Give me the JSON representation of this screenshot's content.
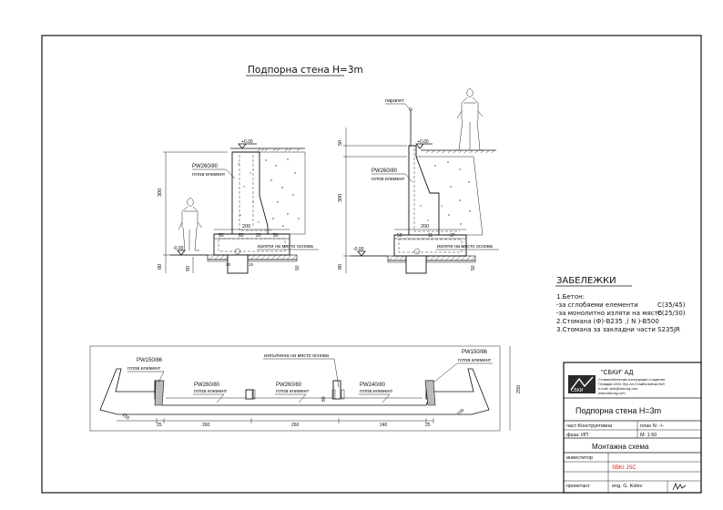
{
  "drawing": {
    "title": "Подпорна стена H=3m",
    "dims": [
      {
        "id": "s1_top_level",
        "text": "+0.00"
      },
      {
        "id": "s1_h300",
        "text": "300"
      },
      {
        "id": "s1_h80",
        "text": "80"
      },
      {
        "id": "s1_h50",
        "text": "50"
      },
      {
        "id": "s1_w200",
        "text": "200"
      },
      {
        "id": "s1_w50a",
        "text": "50"
      },
      {
        "id": "s1_w80",
        "text": "80"
      },
      {
        "id": "s1_w20",
        "text": "20"
      },
      {
        "id": "s1_w50b",
        "text": "50"
      },
      {
        "id": "s1_base_level",
        "text": "-0.00"
      },
      {
        "id": "s1_vb30",
        "text": "30"
      },
      {
        "id": "s1_vb15",
        "text": "15"
      },
      {
        "id": "s1_vb50",
        "text": "50"
      },
      {
        "id": "s2_h50",
        "text": "50"
      },
      {
        "id": "s2_h300",
        "text": "300"
      },
      {
        "id": "s2_h80",
        "text": "80"
      },
      {
        "id": "s2_top_level",
        "text": "+0.00"
      },
      {
        "id": "s2_w200",
        "text": "200"
      },
      {
        "id": "s2_w50a",
        "text": "50"
      },
      {
        "id": "s2_w11",
        "text": "11"
      },
      {
        "id": "s2_w37",
        "text": "37"
      },
      {
        "id": "s2_base_level",
        "text": "-0.00"
      },
      {
        "id": "s2_vb50",
        "text": "50"
      },
      {
        "id": "pl_150",
        "text": "150"
      },
      {
        "id": "pl_25a",
        "text": "25"
      },
      {
        "id": "pl_260a",
        "text": "260"
      },
      {
        "id": "pl_260b",
        "text": "260"
      },
      {
        "id": "pl_240",
        "text": "240"
      },
      {
        "id": "pl_25b",
        "text": "25"
      },
      {
        "id": "pl_149",
        "text": "149"
      },
      {
        "id": "pl_80",
        "text": "80"
      },
      {
        "id": "pl_250",
        "text": "250"
      }
    ],
    "labels": [
      {
        "id": "s1_pw",
        "text": "PW260/80"
      },
      {
        "id": "s1_ready",
        "text": "готов елемент"
      },
      {
        "id": "s1_cast",
        "text": "изляти на място основа"
      },
      {
        "id": "s2_parapet",
        "text": "парапет"
      },
      {
        "id": "s2_pw",
        "text": "PW260/80"
      },
      {
        "id": "s2_ready",
        "text": "готов елемент"
      },
      {
        "id": "s2_cast",
        "text": "изляти на място основа"
      },
      {
        "id": "pl_cast",
        "text": "изпълнена на място основа"
      },
      {
        "id": "pl_pw150a",
        "text": "PW150/86"
      },
      {
        "id": "pl_ready_a",
        "text": "готов елемент"
      },
      {
        "id": "pl_pw260a",
        "text": "PW260/80"
      },
      {
        "id": "pl_ready_b",
        "text": "готов елемент"
      },
      {
        "id": "pl_pw260b",
        "text": "PW260/80"
      },
      {
        "id": "pl_ready_c",
        "text": "готов елемент"
      },
      {
        "id": "pl_pw240",
        "text": "PW240/80"
      },
      {
        "id": "pl_ready_d",
        "text": "готов елемент"
      },
      {
        "id": "pl_pw150b",
        "text": "PW150/86"
      },
      {
        "id": "pl_ready_e",
        "text": "готов елемент"
      }
    ]
  },
  "notes": {
    "heading": "ЗАБЕЛЕЖКИ",
    "lines": [
      {
        "left": "1.Бетон:",
        "right": ""
      },
      {
        "left": "-за сглобяеми елементи",
        "right": "C(35/45)"
      },
      {
        "left": "-за монолитно изляти на място",
        "right": "C(25/30)"
      },
      {
        "left": "2.Стомана (Ф)-B235 ,( N )-B500",
        "right": ""
      },
      {
        "left": "3.Стомана за закладни части S235JR",
        "right": ""
      }
    ]
  },
  "titleblock": {
    "company": "\"СБКИ\" АД",
    "company_lines": [
      "Стоманобетонови конструкции и изделия",
      "Пловдив 4004, бул.Ал.Стамболийски №9",
      "e-mail: sbki@sbki-bg.com",
      "www.sbki-bg.com"
    ],
    "logo_text": "СБКИ",
    "project": "Подпорна стена H=3m",
    "part_label": "част:Конструктивна",
    "plan_label": "план N: -/-",
    "phase_label": "фаза: ИП",
    "scale_label": "M: 1:50",
    "sheet_title": "Монтажна схема",
    "investor_label": "инвеститор",
    "investor_value": "",
    "client_value": "SBKI JSC",
    "designer_label": "проектант",
    "designer_value": "eng. G. Kolev",
    "accent_color": "#d0201a"
  }
}
